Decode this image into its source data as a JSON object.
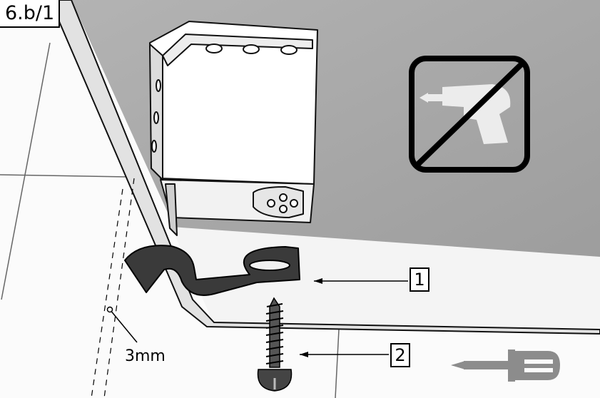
{
  "step": {
    "label": "6.b/1"
  },
  "callouts": [
    {
      "number": "1",
      "part": "mounting-clip"
    },
    {
      "number": "2",
      "part": "screw"
    }
  ],
  "annotations": {
    "drill_diameter": "3mm"
  },
  "symbols": {
    "no_drill": "prohibited-drilling-icon",
    "wall_plug": "wall-plug-icon"
  },
  "colors": {
    "background_wall": "#a6a6a6",
    "clip": "#3a3a3a",
    "outline": "#000000",
    "icon_fill": "#ececec",
    "plug_icon": "#8c8c8c"
  }
}
